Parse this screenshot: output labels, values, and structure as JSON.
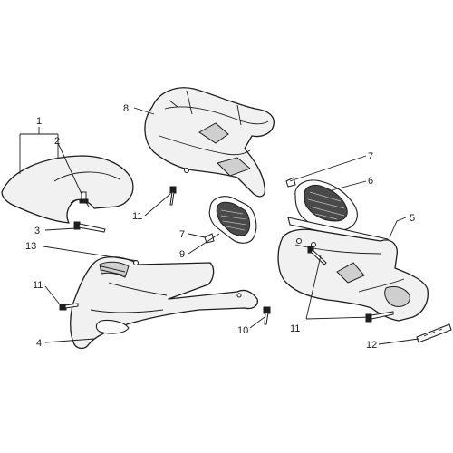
{
  "callouts": {
    "c1": "1",
    "c2": "2",
    "c3": "3",
    "c4": "4",
    "c5": "5",
    "c6": "6",
    "c7a": "7",
    "c7b": "7",
    "c8": "8",
    "c9": "9",
    "c10": "10",
    "c11a": "11",
    "c11b": "11",
    "c11c": "11",
    "c12": "12",
    "c13": "13"
  }
}
